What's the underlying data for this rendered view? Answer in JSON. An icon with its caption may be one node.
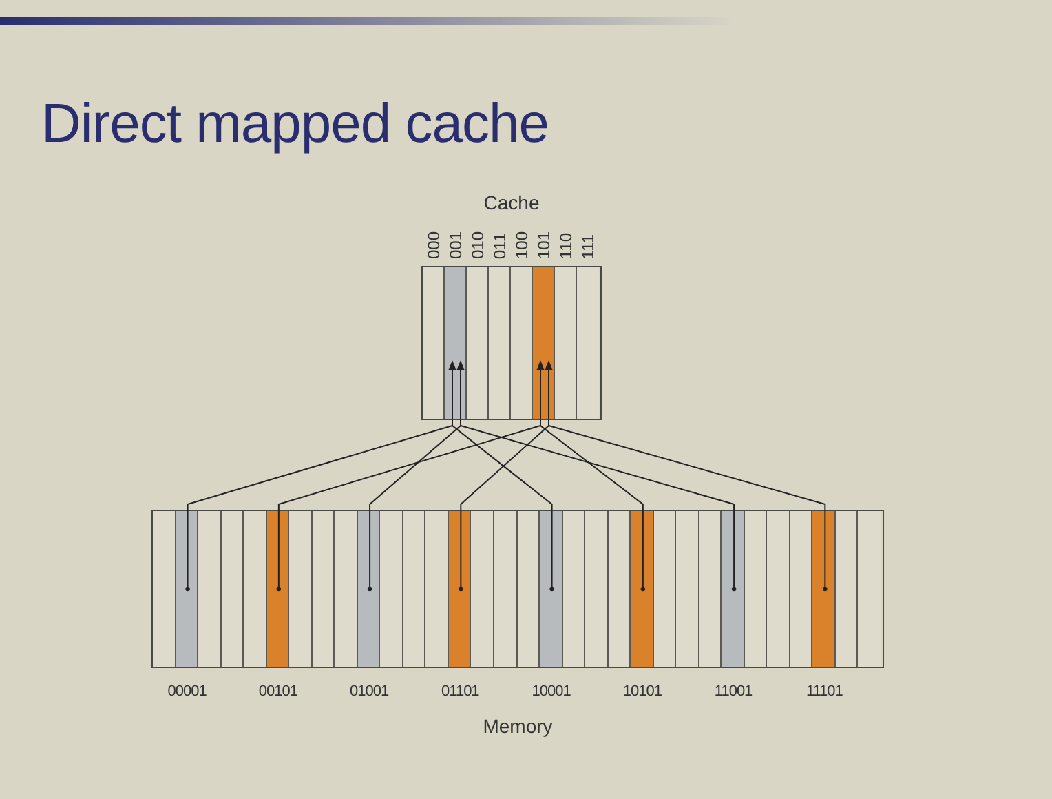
{
  "diagram": {
    "title": "Direct mapped cache",
    "nodes": [
      {
        "text": [
          "Cache"
        ]
      },
      {
        "text": [
          "000"
        ],
        "in": 0
      },
      {
        "text": [
          "001"
        ],
        "in": 0
      },
      {
        "text": [
          "010"
        ],
        "in": 0
      },
      {
        "text": [
          "011"
        ],
        "in": 0
      },
      {
        "text": [
          "100"
        ],
        "in": 0
      },
      {
        "text": [
          "101"
        ],
        "in": 0
      },
      {
        "text": [
          "110"
        ],
        "in": 0
      },
      {
        "text": [
          "111"
        ],
        "in": 0
      },
      {
        "text": [
          "Memory"
        ]
      },
      {
        "text": [],
        "shape": "box",
        "in": 9
      },
      {
        "text": [
          "00001"
        ],
        "in": 9
      },
      {
        "text": [],
        "shape": "box",
        "in": 9
      },
      {
        "text": [],
        "shape": "box",
        "in": 9
      },
      {
        "text": [],
        "shape": "box",
        "in": 9
      },
      {
        "text": [
          "00101"
        ],
        "in": 9
      },
      {
        "text": [],
        "shape": "box",
        "in": 9
      },
      {
        "text": [],
        "shape": "box",
        "in": 9
      },
      {
        "text": [],
        "shape": "box",
        "in": 9
      },
      {
        "text": [
          "01001"
        ],
        "in": 9
      },
      {
        "text": [],
        "shape": "box",
        "in": 9
      },
      {
        "text": [],
        "shape": "box",
        "in": 9
      },
      {
        "text": [],
        "shape": "box",
        "in": 9
      },
      {
        "text": [
          "01101"
        ],
        "in": 9
      },
      {
        "text": [],
        "shape": "box",
        "in": 9
      },
      {
        "text": [],
        "shape": "box",
        "in": 9
      },
      {
        "text": [],
        "shape": "box",
        "in": 9
      },
      {
        "text": [
          "10001"
        ],
        "in": 9
      },
      {
        "text": [],
        "shape": "box",
        "in": 9
      },
      {
        "text": [],
        "shape": "box",
        "in": 9
      },
      {
        "text": [],
        "shape": "box",
        "in": 9
      },
      {
        "text": [
          "10101"
        ],
        "in": 9
      },
      {
        "text": [],
        "shape": "box",
        "in": 9
      },
      {
        "text": [],
        "shape": "box",
        "in": 9
      },
      {
        "text": [],
        "shape": "box",
        "in": 9
      },
      {
        "text": [
          "11001"
        ],
        "in": 9
      },
      {
        "text": [],
        "shape": "box",
        "in": 9
      },
      {
        "text": [],
        "shape": "box",
        "in": 9
      },
      {
        "text": [],
        "shape": "box",
        "in": 9
      },
      {
        "text": [
          "11101"
        ],
        "in": 9
      },
      {
        "text": [],
        "shape": "box",
        "in": 9
      },
      {
        "text": [],
        "shape": "box",
        "in": 9
      }
    ],
    "edges": [
      {
        "from": 11,
        "to": 2,
        "arrow": "to"
      },
      {
        "from": 15,
        "to": 6,
        "arrow": "to"
      },
      {
        "from": 19,
        "to": 2,
        "arrow": "to"
      },
      {
        "from": 23,
        "to": 6,
        "arrow": "to"
      },
      {
        "from": 27,
        "to": 2,
        "arrow": "to"
      },
      {
        "from": 31,
        "to": 6,
        "arrow": "to"
      },
      {
        "from": 35,
        "to": 2,
        "arrow": "to"
      },
      {
        "from": 39,
        "to": 6,
        "arrow": "to"
      }
    ]
  }
}
